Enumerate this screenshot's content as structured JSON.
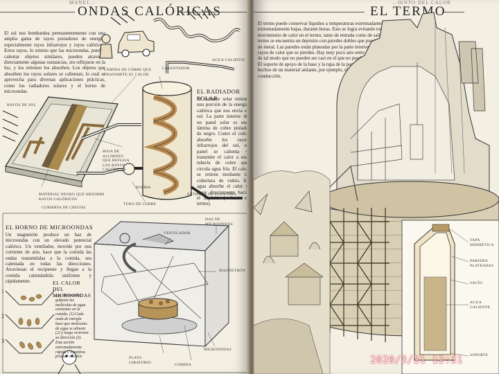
{
  "left_page": {
    "running_head": "MANEJ...",
    "title": "ONDAS CALÓRICAS",
    "intro": "El sol nos bombardea permanentemente con una amplia gama de rayos portadores de energía, especialmente rayos infrarrojos y rayos calóricos. Estos rayos, lo mismo que las microondas, pueden calentar objetos similares, pueden atravesar directamente algunas sustancias, sin reflejarse en la luz, y los retienen los absorben. Los objetos que absorben los rayos solares se calientan, lo cual se aprovecha para diversas aplicaciones prácticas, como los radiadores solares y el horno de microondas.",
    "labels": {
      "rays": "RAYOS DE SOL",
      "copper_sheet": "LÁMINA DE COBRE QUE TRANSMITE EL CALOR",
      "heater": "CALENTADOR",
      "hot_water": "AGUA CALIENTE",
      "foil": "HOJA DE ALUMINIO QUE REFLEJA LOS RAYOS CALÓRICOS",
      "pump": "BOMBA",
      "black_material": "MATERIAL NEGRO QUE ABSORBE RAYOS CALÓRICOS",
      "glass_cover": "CUBIERTA DE CRISTAL",
      "copper_tube": "TUBO DE COBRE",
      "cold_water_in": "ENTRADA DE AGUA FRÍA"
    },
    "solar_heading": "EL RADIADOR SOLAR",
    "solar_text": "El radiador solar retiene una porción de la energía calórica que nos envía el sol. La parte interior de un panel solar es una lámina de cobre pintada de negro. Como el color absorbe los rayos infrarrojos del sol, el panel se calienta y transmite el calor a una tubería de cobre que circula agua fría. El calor se retiene mediante la cobertura de vidrio. El agua absorbe el calor y fluye directamente hacia el depósito (o hacia el termo).",
    "microwave_heading": "EL HORNO DE MICROONDAS",
    "microwave_text": "Un magnetrón produce un haz de microondas con un elevado potencial calórico. Un ventilador, movido por una corriente de aire, hace que la comida las ondas transmitidas a la comida, sea calentada en todas las direcciones. Atraviesan el recipiente y llegan a la comida calentándola uniforme y rápidamente.",
    "mw_labels": {
      "beam": "HAZ DE MICROONDAS",
      "fan": "VENTILADOR",
      "magnetron": "MAGNETRÓN",
      "turntable": "PLATO GIRATORIO",
      "food": "COMIDA",
      "microwaves": "MICROONDAS"
    },
    "heat_heading": "EL CALOR DEL MICROONDAS",
    "heat_text": "Las microondas golpean las moléculas de agua existentes en la comida. (1) Cada onda de energía hace que moléculas de agua se alineen (2) y luego reviertan su dirección (3). Esta acción extremadamente rápida y repetitiva produce el calor.",
    "steps": [
      "1",
      "2",
      "3"
    ]
  },
  "right_page": {
    "running_head": "...IENTO DEL CALOR",
    "title": "EL TERMO",
    "text": "El termo puede conservar líquidos a temperaturas extremadamente altas, o extremadamente bajas, durante horas. Esto se logra evitando todo lo posible el movimiento de calor en el termo, tanto de entrada como de salida. Dentro del termo se encuentra un depósito con paredes dobles que pueden ser de vidrio o de metal. Las paredes están plateadas por la parte interior para reflejar los rayos de calor que se pierden. Hay muy poco aire entre las paredes del termo, de tal modo que no pueden ser casi en el que no pueden pasar por conducción. El soporte de apoyo de la base y la tapa de la parte superior de la botella están hechos de un material aislante, por ejemplo, el corcho, que reduce la conducción.",
    "thermos_labels": [
      "TAPA HERMÉTICA",
      "PAREDES PLATEADAS",
      "VACÍO",
      "AGUA CALIENTE",
      "SOPORTE"
    ]
  },
  "photo_stamp": "2020/3/21  12:31"
}
